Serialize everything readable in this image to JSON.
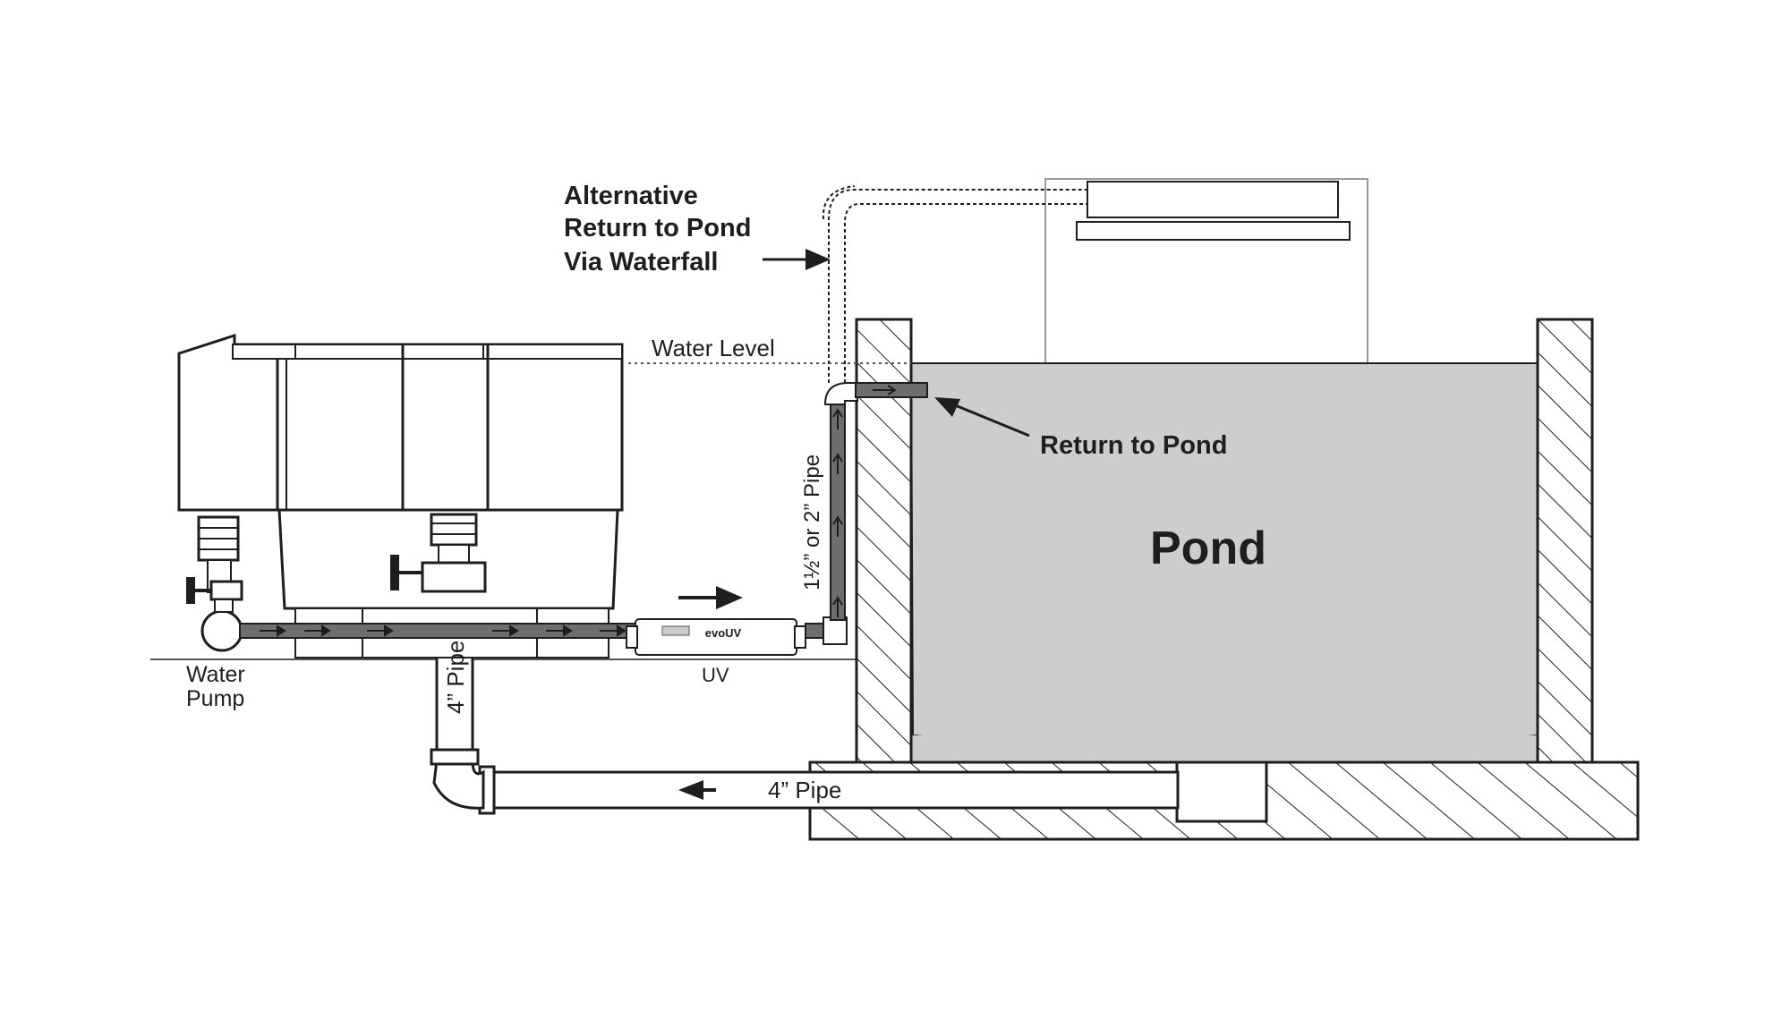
{
  "labels": {
    "alt_line1": "Alternative",
    "alt_line2": "Return to Pond",
    "alt_line3": "Via Waterfall",
    "water_level": "Water Level",
    "return_to_pond": "Return to Pond",
    "pond": "Pond",
    "vertical_pipe": "1½” or 2” Pipe",
    "pump_line1": "Water",
    "pump_line2": "Pump",
    "uv": "UV",
    "four_inch_vertical": "4” Pipe",
    "four_inch_horizontal": "4” Pipe",
    "uv_brand": "evoUV"
  },
  "colors": {
    "pond_water": "#cdcdcd",
    "line": "#1e1e1e",
    "flow_pipe": "#6e6e6e",
    "waterfall_outline": "#9a9a9a"
  }
}
